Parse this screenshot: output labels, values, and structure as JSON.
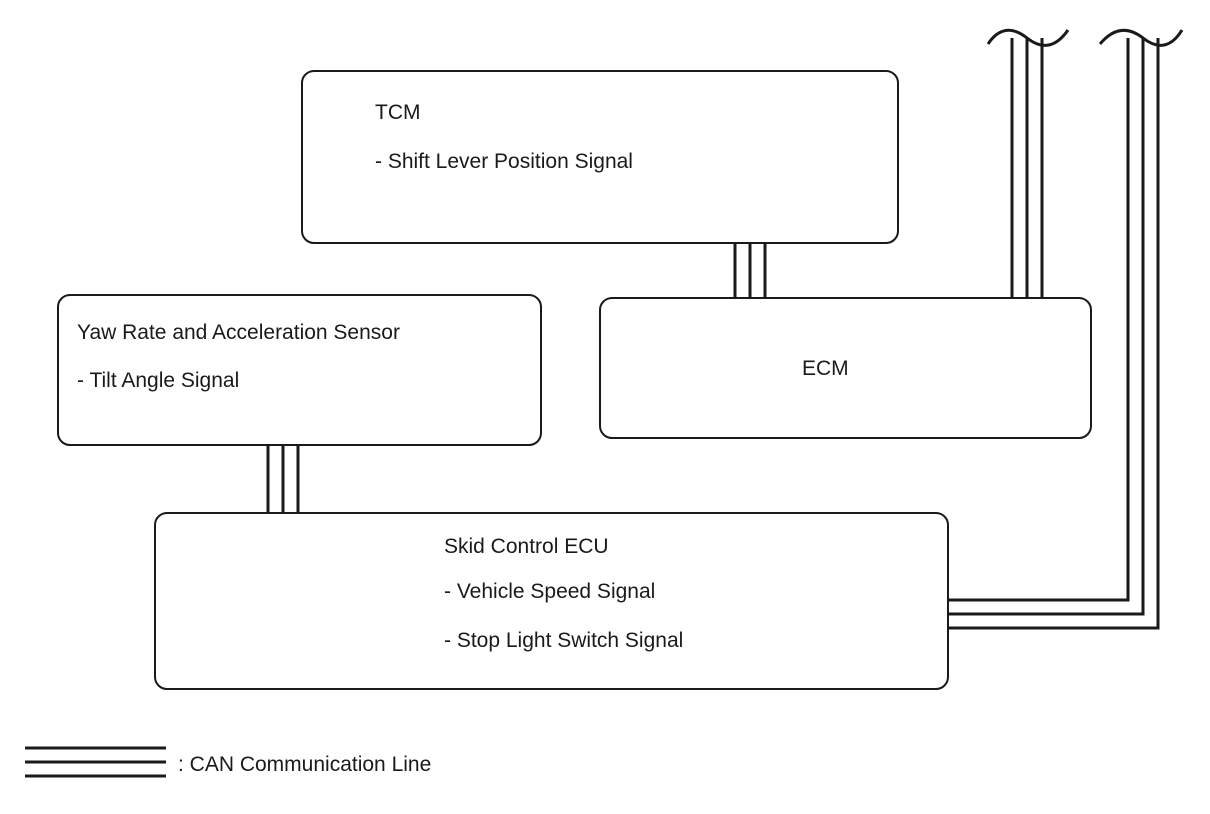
{
  "tcm": {
    "title": "TCM",
    "signals": [
      "- Shift Lever Position Signal"
    ]
  },
  "yaw_sensor": {
    "title": "Yaw Rate and Acceleration Sensor",
    "signals": [
      "- Tilt Angle Signal"
    ]
  },
  "ecm": {
    "title": "ECM"
  },
  "skid_ecu": {
    "title": "Skid Control ECU",
    "signals": [
      "- Vehicle Speed Signal",
      "- Stop Light Switch Signal"
    ]
  },
  "legend": {
    "label": ": CAN Communication Line"
  },
  "colors": {
    "line": "#1a1a1a",
    "background": "#ffffff"
  }
}
